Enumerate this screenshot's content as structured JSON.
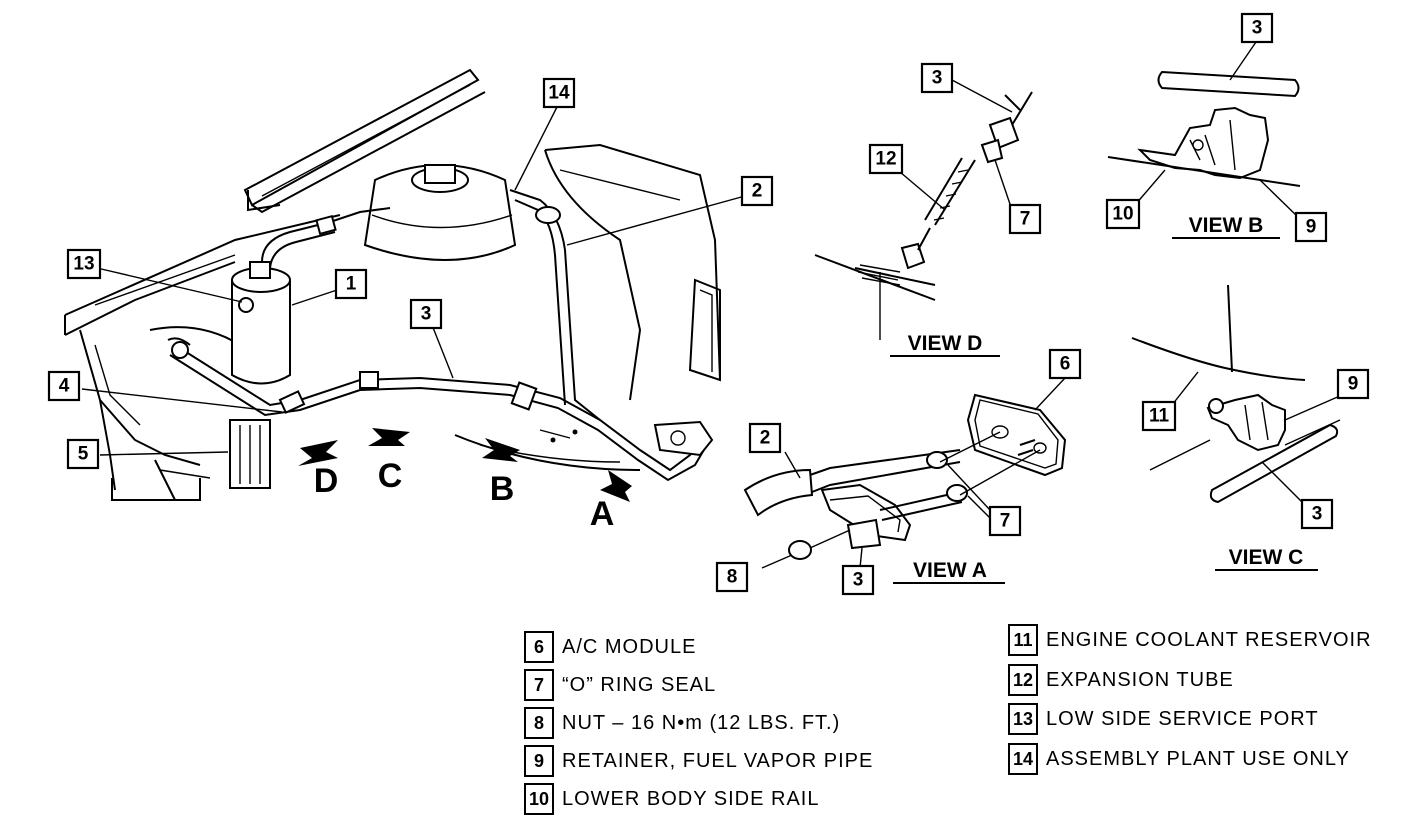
{
  "callouts": {
    "c1": "1",
    "c2": "2",
    "c3": "3",
    "c4": "4",
    "c5": "5",
    "c13": "13",
    "c14": "14",
    "vd_3": "3",
    "vd_12": "12",
    "vd_7": "7",
    "vb_3": "3",
    "vb_10": "10",
    "vb_9": "9",
    "va_6": "6",
    "va_2": "2",
    "va_7": "7",
    "va_8": "8",
    "va_3": "3",
    "vc_9": "9",
    "vc_11": "11",
    "vc_3": "3"
  },
  "view_letters": {
    "a": "A",
    "b": "B",
    "c": "C",
    "d": "D"
  },
  "view_labels": {
    "a": "VIEW A",
    "b": "VIEW B",
    "c": "VIEW C",
    "d": "VIEW D"
  },
  "legend": [
    {
      "num": "6",
      "text": "A/C MODULE"
    },
    {
      "num": "7",
      "text": "“O” RING SEAL"
    },
    {
      "num": "8",
      "text": "NUT – 16 N•m (12 LBS. FT.)"
    },
    {
      "num": "9",
      "text": "RETAINER, FUEL VAPOR PIPE"
    },
    {
      "num": "10",
      "text": "LOWER BODY SIDE RAIL"
    },
    {
      "num": "11",
      "text": "ENGINE COOLANT RESERVOIR"
    },
    {
      "num": "12",
      "text": "EXPANSION TUBE"
    },
    {
      "num": "13",
      "text": "LOW SIDE SERVICE PORT"
    },
    {
      "num": "14",
      "text": "ASSEMBLY PLANT USE ONLY"
    }
  ]
}
